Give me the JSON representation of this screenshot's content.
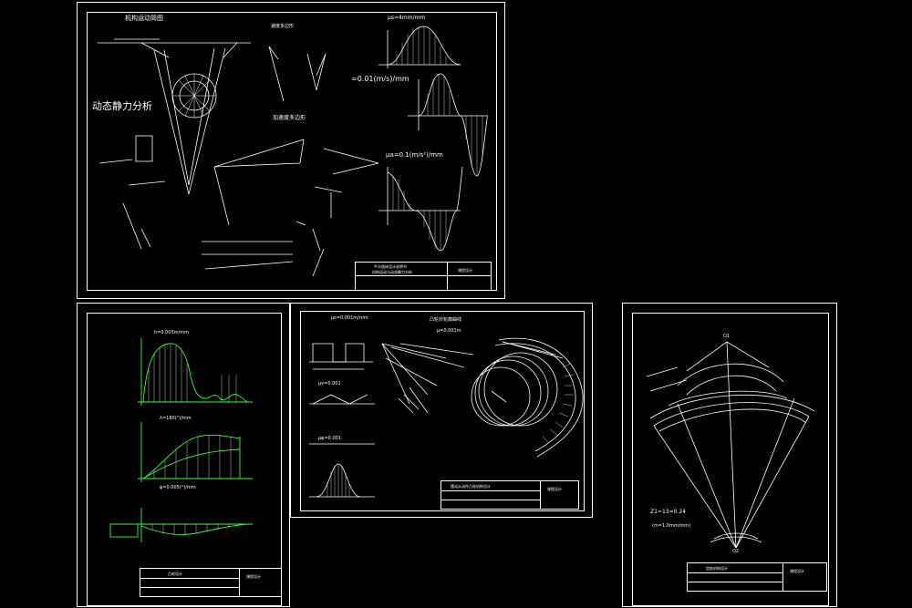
{
  "sheet1": {
    "title_motion": "机构运动简图",
    "title_static": "动态静力分析",
    "formula_v": "=0.01(m/s)/mm",
    "formula_a": "μa=0.1(m/s²)/mm",
    "label_a": "μs=4mm/mm",
    "label_polygon": "加速度多边形",
    "label_v_polygon": "速度多边形",
    "tb_line1": "牛头刨床设计说明书",
    "tb_line2": "机构运动与动态静力分析",
    "tb_right": "课程设计"
  },
  "sheet2": {
    "label_top": "h=0.005m/mm",
    "label_mid": "λ=180(°)/mm",
    "label_bottom": "φ=0.005(°)/mm",
    "tb_title": "凸轮设计",
    "tb_right": "课程设计"
  },
  "sheet3": {
    "label_top": "μs=0.001m/mm",
    "label_top2": "凸轮外轮廓曲线",
    "label_mid": "μ=0.001m",
    "label_s": "μφ=0.001",
    "label_v": "μv=0.001",
    "tb_title": "摆动从动件凸轮机构设计",
    "tb_right": "课程设计"
  },
  "sheet4": {
    "label_gear": "Z1=13=0.24",
    "label_scale": "(m=1.0mm/mm)",
    "label_top": "O1",
    "label_bottom": "O2",
    "tb_title": "齿轮机构设计",
    "tb_right": "课程设计"
  }
}
